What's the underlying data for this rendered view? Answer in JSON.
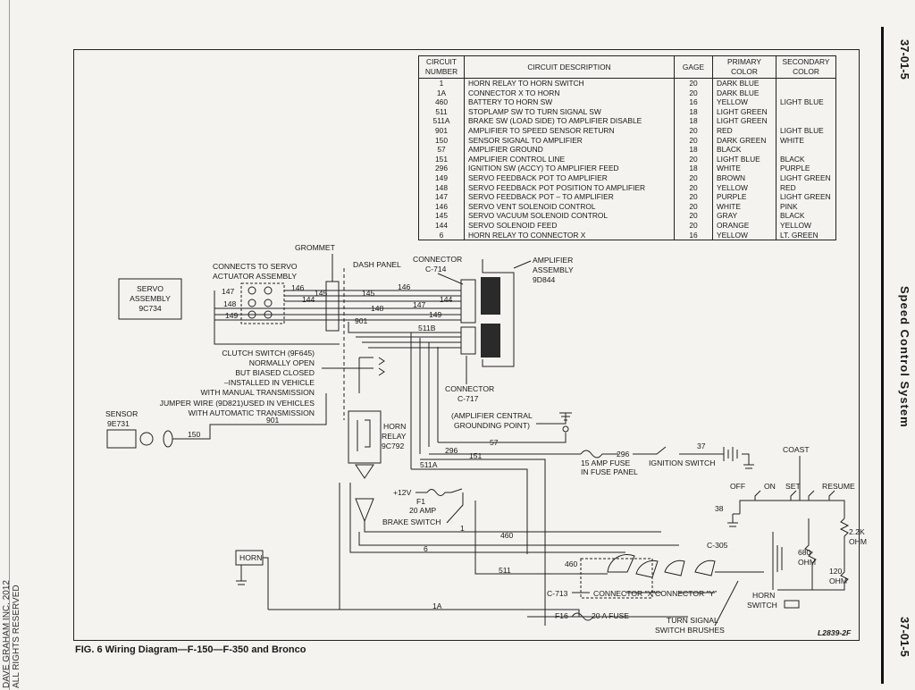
{
  "page_number": "37-01-5",
  "section_title": "Speed Control System",
  "copyright": [
    "DAVE GRAHAM INC. 2012",
    "ALL RIGHTS RESERVED"
  ],
  "figure_caption": "FIG. 6 Wiring Diagram—F-150—F-350 and Bronco",
  "figure_id": "L2839-2F",
  "table": {
    "headers": {
      "circuit_number": "CIRCUIT NUMBER",
      "circuit_description": "CIRCUIT DESCRIPTION",
      "gage": "GAGE",
      "primary_color": "PRIMARY COLOR",
      "secondary_color": "SECONDARY COLOR"
    },
    "rows": [
      {
        "num": "1",
        "desc": "HORN RELAY TO HORN SWITCH",
        "gage": "20",
        "primary": "DARK BLUE",
        "secondary": ""
      },
      {
        "num": "1A",
        "desc": "CONNECTOR X TO HORN",
        "gage": "20",
        "primary": "DARK BLUE",
        "secondary": ""
      },
      {
        "num": "460",
        "desc": "BATTERY TO HORN SW",
        "gage": "16",
        "primary": "YELLOW",
        "secondary": "LIGHT BLUE"
      },
      {
        "num": "511",
        "desc": "STOPLAMP SW TO TURN SIGNAL SW",
        "gage": "18",
        "primary": "LIGHT GREEN",
        "secondary": ""
      },
      {
        "num": "511A",
        "desc": "BRAKE SW (LOAD SIDE) TO AMPLIFIER DISABLE",
        "gage": "18",
        "primary": "LIGHT GREEN",
        "secondary": ""
      },
      {
        "num": "901",
        "desc": "AMPLIFIER TO SPEED SENSOR RETURN",
        "gage": "20",
        "primary": "RED",
        "secondary": "LIGHT BLUE"
      },
      {
        "num": "150",
        "desc": "SENSOR SIGNAL TO AMPLIFIER",
        "gage": "20",
        "primary": "DARK GREEN",
        "secondary": "WHITE"
      },
      {
        "num": "57",
        "desc": "AMPLIFIER GROUND",
        "gage": "18",
        "primary": "BLACK",
        "secondary": ""
      },
      {
        "num": "151",
        "desc": "AMPLIFIER CONTROL LINE",
        "gage": "20",
        "primary": "LIGHT BLUE",
        "secondary": "BLACK"
      },
      {
        "num": "296",
        "desc": "IGNITION SW (ACCY) TO AMPLIFIER FEED",
        "gage": "18",
        "primary": "WHITE",
        "secondary": "PURPLE"
      },
      {
        "num": "149",
        "desc": "SERVO FEEDBACK POT    TO AMPLIFIER",
        "gage": "20",
        "primary": "BROWN",
        "secondary": "LIGHT GREEN"
      },
      {
        "num": "148",
        "desc": "SERVO FEEDBACK POT POSITION TO AMPLIFIER",
        "gage": "20",
        "primary": "YELLOW",
        "secondary": "RED"
      },
      {
        "num": "147",
        "desc": "SERVO FEEDBACK POT  – TO AMPLIFIER",
        "gage": "20",
        "primary": "PURPLE",
        "secondary": "LIGHT GREEN"
      },
      {
        "num": "146",
        "desc": "SERVO VENT SOLENOID CONTROL",
        "gage": "20",
        "primary": "WHITE",
        "secondary": "PINK"
      },
      {
        "num": "145",
        "desc": "SERVO VACUUM SOLENOID CONTROL",
        "gage": "20",
        "primary": "GRAY",
        "secondary": "BLACK"
      },
      {
        "num": "144",
        "desc": "SERVO SOLENOID FEED",
        "gage": "20",
        "primary": "ORANGE",
        "secondary": "YELLOW"
      },
      {
        "num": "6",
        "desc": "HORN RELAY TO CONNECTOR X",
        "gage": "16",
        "primary": "YELLOW",
        "secondary": "LT. GREEN"
      }
    ]
  },
  "labels": {
    "grommet": "GROMMET",
    "dash_panel": "DASH PANEL",
    "connects_servo_1": "CONNECTS TO SERVO",
    "connects_servo_2": "ACTUATOR ASSEMBLY",
    "servo_1": "SERVO",
    "servo_2": "ASSEMBLY",
    "servo_3": "9C734",
    "connector_c714_1": "CONNECTOR",
    "connector_c714_2": "C-714",
    "amplifier_1": "AMPLIFIER",
    "amplifier_2": "ASSEMBLY",
    "amplifier_3": "9D844",
    "clutch_1": "CLUTCH SWITCH (9F645)",
    "clutch_2": "NORMALLY OPEN",
    "clutch_3": "BUT BIASED CLOSED",
    "clutch_4": "–INSTALLED IN VEHICLE",
    "clutch_5": "WITH MANUAL TRANSMISSION",
    "jumper_1": "JUMPER WIRE (9D821)USED IN VEHICLES",
    "jumper_2": "WITH AUTOMATIC TRANSMISSION",
    "connector_c717_1": "CONNECTOR",
    "connector_c717_2": "C-717",
    "amp_ground_1": "(AMPLIFIER CENTRAL",
    "amp_ground_2": "GROUNDING POINT)",
    "sensor_1": "SENSOR",
    "sensor_2": "9E731",
    "horn_relay_1": "HORN",
    "horn_relay_2": "RELAY",
    "horn_relay_3": "9C792",
    "fuse15_1": "15 AMP FUSE",
    "fuse15_2": "IN FUSE PANEL",
    "ignition_switch": "IGNITION SWITCH",
    "coast": "COAST",
    "off": "OFF",
    "on": "ON",
    "set": "SET",
    "resume": "RESUME",
    "plus12v": "+12V",
    "f1_1": "F1",
    "f1_2": "20 AMP",
    "brake_switch": "BRAKE SWITCH",
    "horn": "HORN",
    "c305": "C-305",
    "r22k_1": "2.2K",
    "r22k_2": "OHM",
    "r680_1": "680",
    "r680_2": "OHM",
    "r120_1": "120",
    "r120_2": "OHM",
    "horn_switch_1": "HORN",
    "horn_switch_2": "SWITCH",
    "c713": "C-713",
    "connector_x": "CONNECTOR \"X\"",
    "connector_y": "CONNECTOR \"Y\"",
    "f16": "F16",
    "fuse20a": "20 A FUSE",
    "turn_signal_1": "TURN SIGNAL",
    "turn_signal_2": "SWITCH BRUSHES"
  },
  "wire_numbers": {
    "w146a": "146",
    "w145a": "145",
    "w144a": "144",
    "w147a": "147",
    "w148a": "148",
    "w149a": "149",
    "w146b": "146",
    "w145b": "145",
    "w144b": "144",
    "w147b": "147",
    "w148b": "148",
    "w149b": "149",
    "w901a": "901",
    "w901b": "901",
    "w511b": "511B",
    "w150": "150",
    "w57": "57",
    "w296a": "296",
    "w296b": "296",
    "w151": "151",
    "w511a": "511A",
    "w37": "37",
    "w38": "38",
    "w1": "1",
    "w460a": "460",
    "w460b": "460",
    "w6": "6",
    "w511": "511",
    "w1a": "1A"
  }
}
